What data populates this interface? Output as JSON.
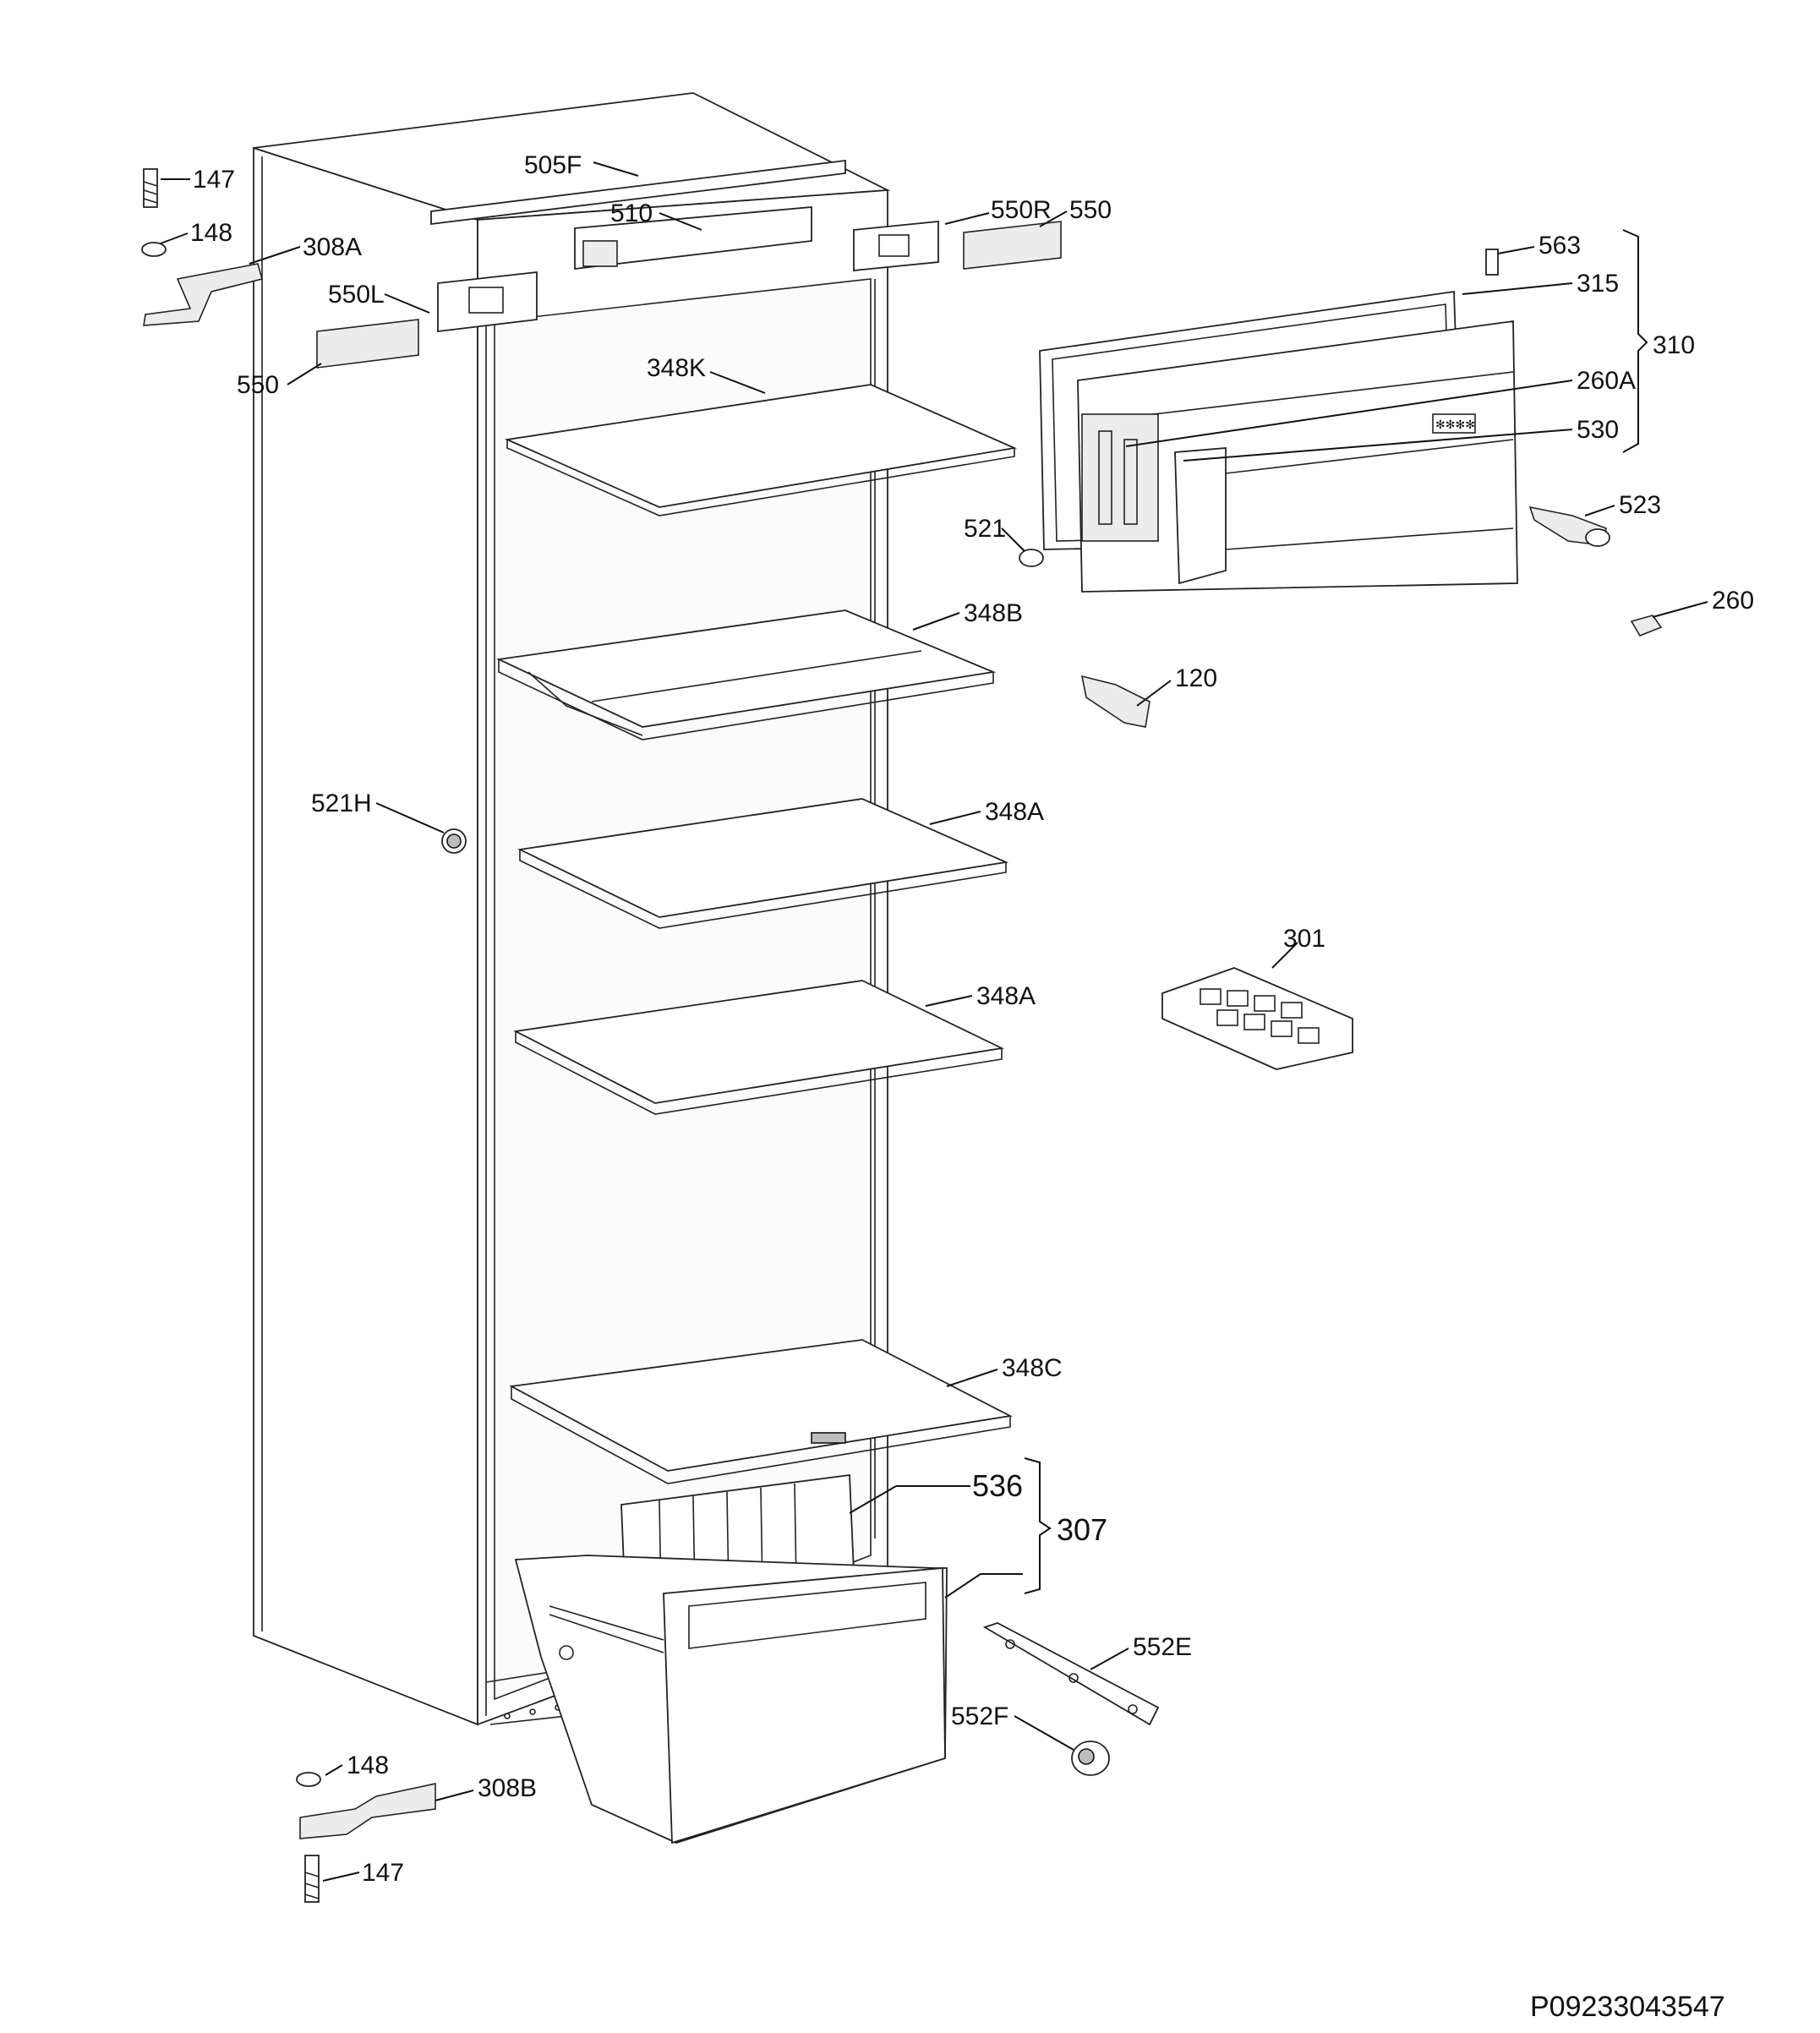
{
  "labels": {
    "l147_top": "147",
    "l148_top": "148",
    "l308A": "308A",
    "l505F": "505F",
    "l510": "510",
    "l550R": "550R",
    "l550_right": "550",
    "l550L": "550L",
    "l550_left": "550",
    "l563": "563",
    "l315": "315",
    "l310": "310",
    "l260A": "260A",
    "l530": "530",
    "l348K": "348K",
    "l521": "521",
    "l523": "523",
    "l260": "260",
    "l348B": "348B",
    "l120": "120",
    "l521H": "521H",
    "l348A_1": "348A",
    "l301": "301",
    "l348A_2": "348A",
    "l348C": "348C",
    "l536": "536",
    "l307": "307",
    "l552E": "552E",
    "l552F": "552F",
    "l148_bottom": "148",
    "l308B": "308B",
    "l147_bottom": "147"
  },
  "drawing_code": "P09233043547"
}
